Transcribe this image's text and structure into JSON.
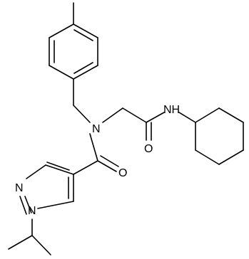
{
  "colors": {
    "background": "#ffffff",
    "bond": "#000000",
    "text": "#000000"
  },
  "atoms": {
    "amide_n": "N",
    "secondary_amide_nh": "NH",
    "glycine_carbonyl_o": "O",
    "pyrazole_carbonyl_o": "O",
    "pyrazole_n2": "N",
    "pyrazole_n1": "N"
  }
}
